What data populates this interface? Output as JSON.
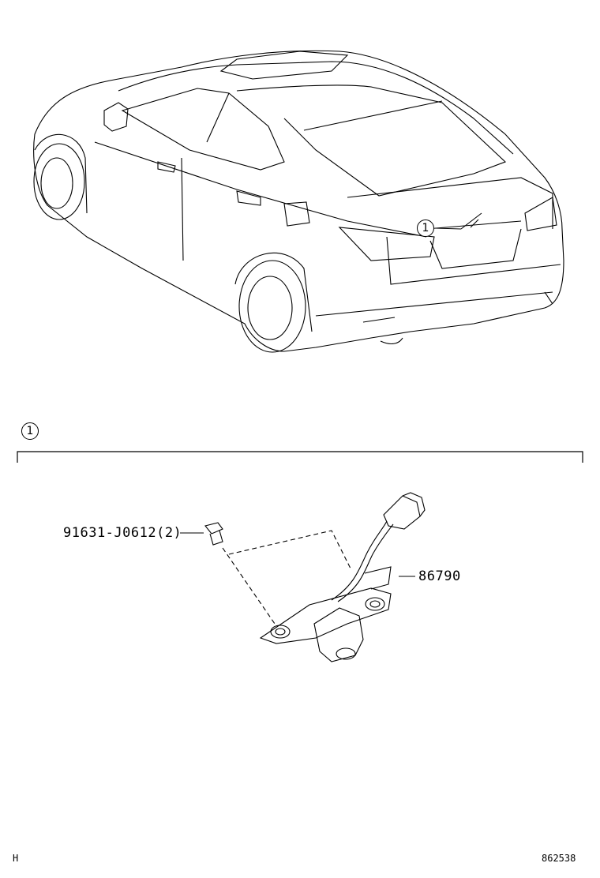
{
  "callout_top": "1",
  "callout_section": "1",
  "parts": {
    "bolt": "91631-J0612(2)",
    "camera": "86790"
  },
  "footer": {
    "left_code": "H",
    "figure_number": "862538"
  }
}
